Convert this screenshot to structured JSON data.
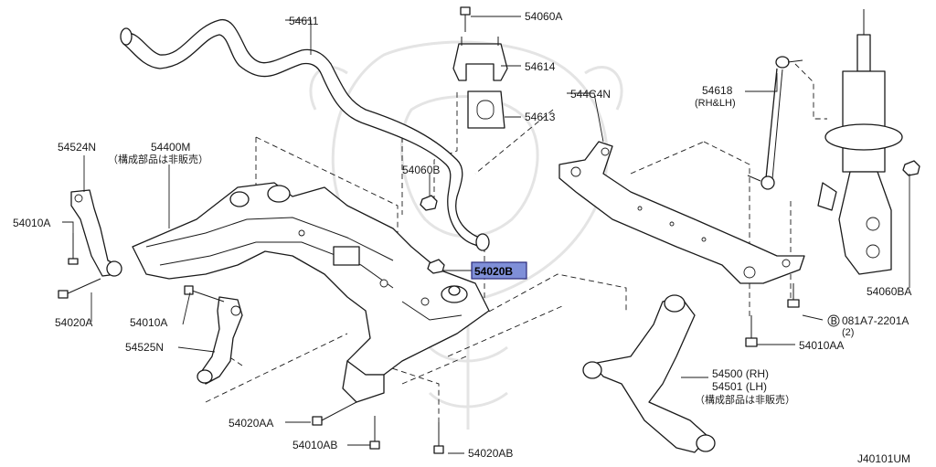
{
  "diagram": {
    "code": "J40101UM",
    "labels": {
      "p54611": "54611",
      "p54060A": "54060A",
      "p54614": "54614",
      "p54613": "54613",
      "p54060B": "54060B",
      "p54020B": "54020B",
      "p544C4N": "544C4N",
      "p54618": "54618",
      "p54618_note": "(RH&LH)",
      "p54524N": "54524N",
      "p54400M": "54400M",
      "p54400M_note": "（構成部品は非販売）",
      "p54010A_left": "54010A",
      "p54020A": "54020A",
      "p54010A_mid": "54010A",
      "p54525N": "54525N",
      "p54060BA": "54060BA",
      "p081A7": "081A7-2201A",
      "p081A7_circle": "B",
      "p081A7_qty": "(2)",
      "p54010AA": "54010AA",
      "p54500": "54500 (RH)",
      "p54501": "54501 (LH)",
      "p54500_note": "（構成部品は非販売）",
      "p54020AA": "54020AA",
      "p54010AB": "54010AB",
      "p54020AB": "54020AB"
    },
    "highlighted_part": "54020B",
    "colors": {
      "highlight": "#7f8fd8",
      "line": "#1a1a1a"
    }
  }
}
